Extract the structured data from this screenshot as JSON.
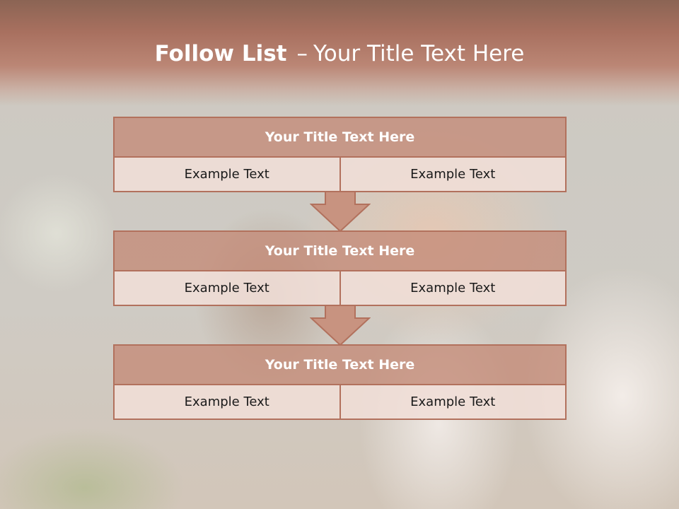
{
  "slide": {
    "title_bold": "Follow List",
    "title_separator": "–",
    "title_rest": "Your Title Text Here"
  },
  "blocks": [
    {
      "title": "Your Title Text Here",
      "cells": [
        "Example Text",
        "Example Text"
      ]
    },
    {
      "title": "Your Title Text Here",
      "cells": [
        "Example Text",
        "Example Text"
      ]
    },
    {
      "title": "Your Title Text Here",
      "cells": [
        "Example Text",
        "Example Text"
      ]
    }
  ],
  "colors": {
    "header_band": "#a8705f",
    "block_border": "#b2715d",
    "block_head_fill": "#c48a77",
    "block_row_fill": "#f0ded7",
    "arrow_fill": "#c89380"
  }
}
